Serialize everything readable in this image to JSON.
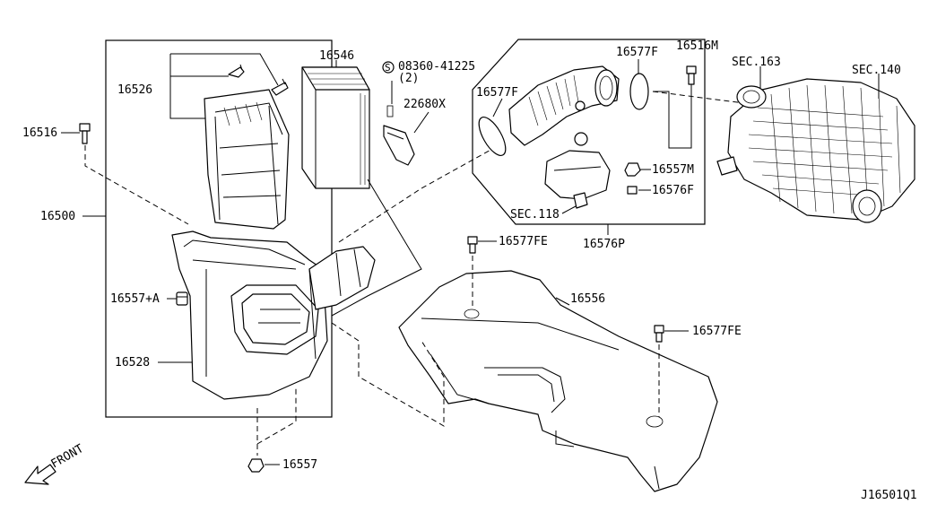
{
  "labels": {
    "p16526": "16526",
    "p16546": "16546",
    "p08360": "08360-41225",
    "p08360_qty": "(2)",
    "p22680x": "22680X",
    "p16577f_a": "16577F",
    "p16577f_b": "16577F",
    "p16516m": "16516M",
    "sec163": "SEC.163",
    "sec140": "SEC.140",
    "p16516": "16516",
    "p16500": "16500",
    "p16557m": "16557M",
    "p16576f": "16576F",
    "sec118": "SEC.118",
    "p16576p": "16576P",
    "p16577fe_a": "16577FE",
    "p16557a": "16557+A",
    "p16556": "16556",
    "p16577fe_b": "16577FE",
    "p16528": "16528",
    "p16557": "16557",
    "front": "FRONT",
    "diagram_id": "J16501Q1"
  }
}
